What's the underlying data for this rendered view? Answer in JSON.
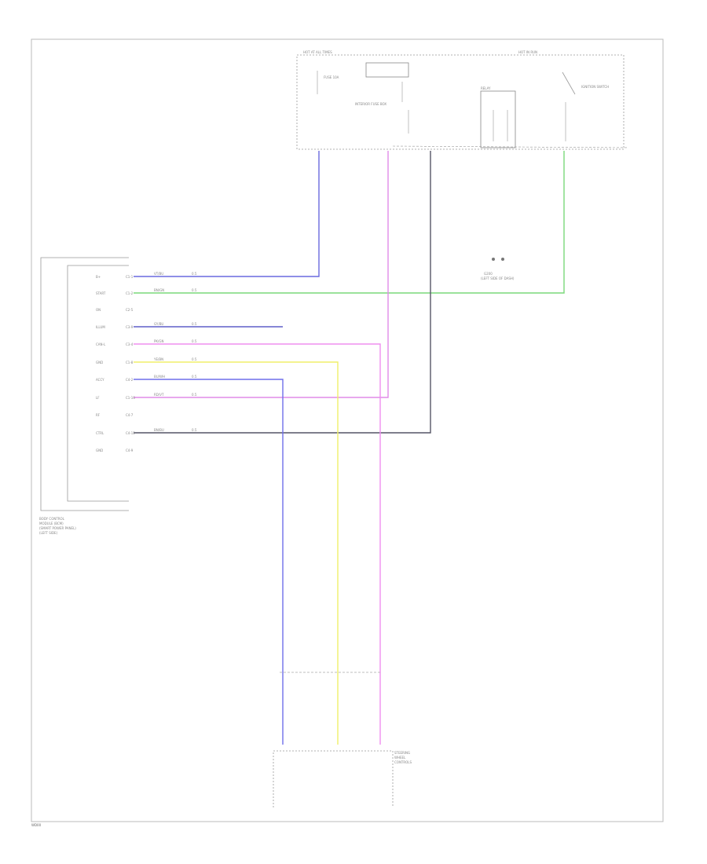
{
  "footer_code": "WD00",
  "module_label": [
    "BODY CONTROL",
    "MODULE (BCM)",
    "(SMART POWER PANEL)",
    "(LEFT SIDE)"
  ],
  "left_block": {
    "pin_labels": [
      "B+",
      "START",
      "ON",
      "ILLUM",
      "CAN-L",
      "GND",
      "ACCY",
      "LF",
      "RF",
      "CTRL",
      "GND"
    ],
    "cavity_numbers": [
      "C1-1",
      "C1-2",
      "C2-5",
      "C3-9",
      "C3-4",
      "C1-8",
      "C4-2",
      "C1-10",
      "C4-7",
      "C4-12",
      "C4-9"
    ]
  },
  "wires": {
    "w1": {
      "color_code": "VT/BU",
      "gauge": "0.5",
      "color": "#6a6adf"
    },
    "w2": {
      "color_code": "BN/GN",
      "gauge": "0.5",
      "color": "#7ad87a"
    },
    "w3": {
      "color_code": "BN/BU",
      "gauge": "0.5",
      "color": "#555566"
    },
    "w4": {
      "color_code": "RD/VT",
      "gauge": "0.5",
      "color": "#e08be8"
    },
    "w5": {
      "color_code": "YE/BN",
      "gauge": "0.5",
      "color": "#f0ef6a"
    },
    "w6": {
      "color_code": "BU/WH",
      "gauge": "0.5",
      "color": "#6f6fea"
    },
    "w7": {
      "color_code": "PK/GN",
      "gauge": "0.5",
      "color": "#ef8fef"
    },
    "w8": {
      "color_code": "GY/BU",
      "gauge": "0.5",
      "color": "#5e5ec8"
    }
  },
  "top_box_labels": [
    "HOT AT ALL TIMES",
    "HOT IN RUN",
    "FUSE 10A",
    "INTERIOR FUSE BOX",
    "RELAY",
    "IGNITION SWITCH"
  ],
  "bottom_connector_label": [
    "STEERING",
    "WHEEL",
    "CONTROLS"
  ],
  "ground_label": [
    "G200",
    "(LEFT SIDE OF DASH)"
  ],
  "legend_colors": {
    "purple": "#8a3fa0",
    "magenta": "#ee7aee",
    "green": "#7ad87a",
    "yellow": "#f4ee55",
    "blue": "#5b5bd6",
    "dark": "#444455"
  }
}
